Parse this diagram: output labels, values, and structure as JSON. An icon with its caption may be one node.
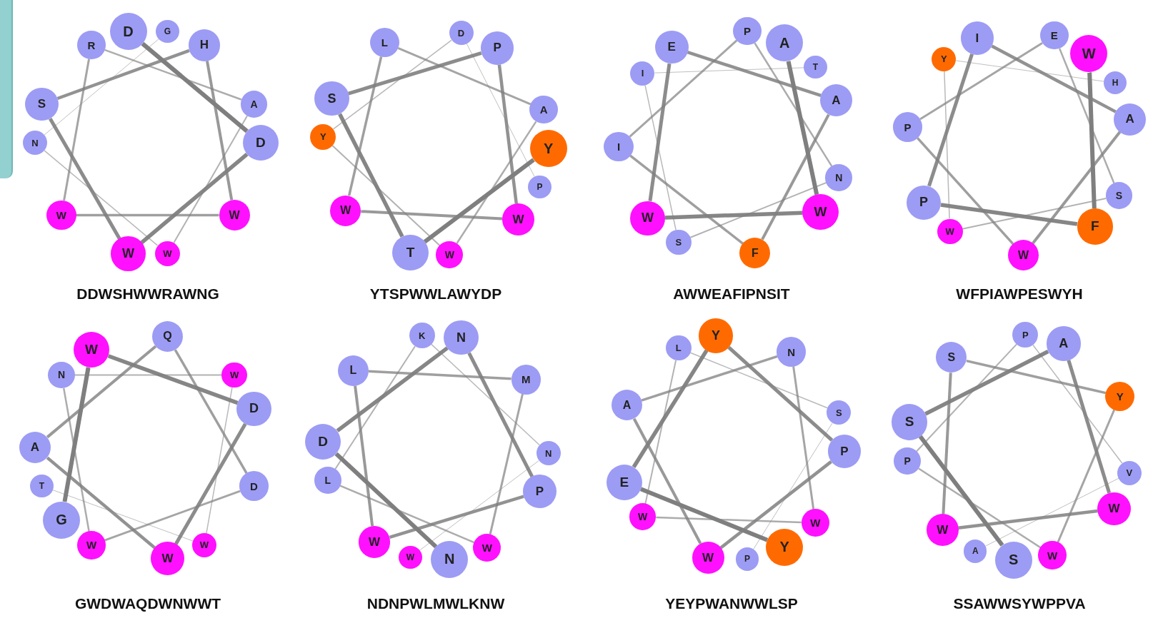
{
  "diagram": {
    "nodes": [
      {
        "text": [
          "D"
        ]
      },
      {
        "text": [
          "D"
        ]
      },
      {
        "text": [
          "W"
        ]
      },
      {
        "text": [
          "S"
        ]
      },
      {
        "text": [
          "H"
        ]
      },
      {
        "text": [
          "W"
        ]
      },
      {
        "text": [
          "W"
        ]
      },
      {
        "text": [
          "R"
        ]
      },
      {
        "text": [
          "A"
        ]
      },
      {
        "text": [
          "W"
        ]
      },
      {
        "text": [
          "N"
        ]
      },
      {
        "text": [
          "G"
        ]
      },
      {
        "text": [
          "Y"
        ]
      },
      {
        "text": [
          "T"
        ]
      },
      {
        "text": [
          "S"
        ]
      },
      {
        "text": [
          "P"
        ]
      },
      {
        "text": [
          "W"
        ]
      },
      {
        "text": [
          "W"
        ]
      },
      {
        "text": [
          "L"
        ]
      },
      {
        "text": [
          "A"
        ]
      },
      {
        "text": [
          "W"
        ]
      },
      {
        "text": [
          "Y"
        ]
      },
      {
        "text": [
          "D"
        ]
      },
      {
        "text": [
          "P"
        ]
      },
      {
        "text": [
          "A"
        ]
      },
      {
        "text": [
          "W"
        ]
      },
      {
        "text": [
          "W"
        ]
      },
      {
        "text": [
          "E"
        ]
      },
      {
        "text": [
          "A"
        ]
      },
      {
        "text": [
          "F"
        ]
      },
      {
        "text": [
          "I"
        ]
      },
      {
        "text": [
          "P"
        ]
      },
      {
        "text": [
          "N"
        ]
      },
      {
        "text": [
          "S"
        ]
      },
      {
        "text": [
          "I"
        ]
      },
      {
        "text": [
          "T"
        ]
      },
      {
        "text": [
          "W"
        ]
      },
      {
        "text": [
          "F"
        ]
      },
      {
        "text": [
          "P"
        ]
      },
      {
        "text": [
          "I"
        ]
      },
      {
        "text": [
          "A"
        ]
      },
      {
        "text": [
          "W"
        ]
      },
      {
        "text": [
          "P"
        ]
      },
      {
        "text": [
          "E"
        ]
      },
      {
        "text": [
          "S"
        ]
      },
      {
        "text": [
          "W"
        ]
      },
      {
        "text": [
          "Y"
        ]
      },
      {
        "text": [
          "H"
        ]
      },
      {
        "text": [
          "G"
        ]
      },
      {
        "text": [
          "W"
        ]
      },
      {
        "text": [
          "D"
        ]
      },
      {
        "text": [
          "W"
        ]
      },
      {
        "text": [
          "A"
        ]
      },
      {
        "text": [
          "Q"
        ]
      },
      {
        "text": [
          "D"
        ]
      },
      {
        "text": [
          "W"
        ]
      },
      {
        "text": [
          "N"
        ]
      },
      {
        "text": [
          "W"
        ]
      },
      {
        "text": [
          "W"
        ]
      },
      {
        "text": [
          "T"
        ]
      },
      {
        "text": [
          "N"
        ]
      },
      {
        "text": [
          "D"
        ]
      },
      {
        "text": [
          "N"
        ]
      },
      {
        "text": [
          "P"
        ]
      },
      {
        "text": [
          "W"
        ]
      },
      {
        "text": [
          "L"
        ]
      },
      {
        "text": [
          "M"
        ]
      },
      {
        "text": [
          "W"
        ]
      },
      {
        "text": [
          "L"
        ]
      },
      {
        "text": [
          "K"
        ]
      },
      {
        "text": [
          "N"
        ]
      },
      {
        "text": [
          "W"
        ]
      },
      {
        "text": [
          "Y"
        ]
      },
      {
        "text": [
          "E"
        ]
      },
      {
        "text": [
          "Y"
        ]
      },
      {
        "text": [
          "P"
        ]
      },
      {
        "text": [
          "W"
        ]
      },
      {
        "text": [
          "A"
        ]
      },
      {
        "text": [
          "N"
        ]
      },
      {
        "text": [
          "W"
        ]
      },
      {
        "text": [
          "W"
        ]
      },
      {
        "text": [
          "L"
        ]
      },
      {
        "text": [
          "S"
        ]
      },
      {
        "text": [
          "P"
        ]
      },
      {
        "text": [
          "S"
        ]
      },
      {
        "text": [
          "S"
        ]
      },
      {
        "text": [
          "A"
        ]
      },
      {
        "text": [
          "W"
        ]
      },
      {
        "text": [
          "W"
        ]
      },
      {
        "text": [
          "S"
        ]
      },
      {
        "text": [
          "Y"
        ]
      },
      {
        "text": [
          "W"
        ]
      },
      {
        "text": [
          "P"
        ]
      },
      {
        "text": [
          "P"
        ]
      },
      {
        "text": [
          "V"
        ]
      },
      {
        "text": [
          "A"
        ]
      }
    ],
    "edges": [
      {
        "from": 0,
        "to": 1,
        "arrow": "none"
      },
      {
        "from": 1,
        "to": 2,
        "arrow": "none"
      },
      {
        "from": 2,
        "to": 3,
        "arrow": "none"
      },
      {
        "from": 3,
        "to": 4,
        "arrow": "none"
      },
      {
        "from": 4,
        "to": 5,
        "arrow": "none"
      },
      {
        "from": 5,
        "to": 6,
        "arrow": "none"
      },
      {
        "from": 6,
        "to": 7,
        "arrow": "none"
      },
      {
        "from": 7,
        "to": 8,
        "arrow": "none"
      },
      {
        "from": 8,
        "to": 9,
        "arrow": "none"
      },
      {
        "from": 9,
        "to": 10,
        "arrow": "none"
      },
      {
        "from": 10,
        "to": 11,
        "arrow": "none"
      },
      {
        "from": 12,
        "to": 13,
        "arrow": "none"
      },
      {
        "from": 13,
        "to": 14,
        "arrow": "none"
      },
      {
        "from": 14,
        "to": 15,
        "arrow": "none"
      },
      {
        "from": 15,
        "to": 16,
        "arrow": "none"
      },
      {
        "from": 16,
        "to": 17,
        "arrow": "none"
      },
      {
        "from": 17,
        "to": 18,
        "arrow": "none"
      },
      {
        "from": 18,
        "to": 19,
        "arrow": "none"
      },
      {
        "from": 19,
        "to": 20,
        "arrow": "none"
      },
      {
        "from": 20,
        "to": 21,
        "arrow": "none"
      },
      {
        "from": 21,
        "to": 22,
        "arrow": "none"
      },
      {
        "from": 22,
        "to": 23,
        "arrow": "none"
      },
      {
        "from": 24,
        "to": 25,
        "arrow": "none"
      },
      {
        "from": 25,
        "to": 26,
        "arrow": "none"
      },
      {
        "from": 26,
        "to": 27,
        "arrow": "none"
      },
      {
        "from": 27,
        "to": 28,
        "arrow": "none"
      },
      {
        "from": 28,
        "to": 29,
        "arrow": "none"
      },
      {
        "from": 29,
        "to": 30,
        "arrow": "none"
      },
      {
        "from": 30,
        "to": 31,
        "arrow": "none"
      },
      {
        "from": 31,
        "to": 32,
        "arrow": "none"
      },
      {
        "from": 32,
        "to": 33,
        "arrow": "none"
      },
      {
        "from": 33,
        "to": 34,
        "arrow": "none"
      },
      {
        "from": 34,
        "to": 35,
        "arrow": "none"
      },
      {
        "from": 36,
        "to": 37,
        "arrow": "none"
      },
      {
        "from": 37,
        "to": 38,
        "arrow": "none"
      },
      {
        "from": 38,
        "to": 39,
        "arrow": "none"
      },
      {
        "from": 39,
        "to": 40,
        "arrow": "none"
      },
      {
        "from": 40,
        "to": 41,
        "arrow": "none"
      },
      {
        "from": 41,
        "to": 42,
        "arrow": "none"
      },
      {
        "from": 42,
        "to": 43,
        "arrow": "none"
      },
      {
        "from": 43,
        "to": 44,
        "arrow": "none"
      },
      {
        "from": 44,
        "to": 45,
        "arrow": "none"
      },
      {
        "from": 45,
        "to": 46,
        "arrow": "none"
      },
      {
        "from": 46,
        "to": 47,
        "arrow": "none"
      },
      {
        "from": 48,
        "to": 49,
        "arrow": "none"
      },
      {
        "from": 49,
        "to": 50,
        "arrow": "none"
      },
      {
        "from": 50,
        "to": 51,
        "arrow": "none"
      },
      {
        "from": 51,
        "to": 52,
        "arrow": "none"
      },
      {
        "from": 52,
        "to": 53,
        "arrow": "none"
      },
      {
        "from": 53,
        "to": 54,
        "arrow": "none"
      },
      {
        "from": 54,
        "to": 55,
        "arrow": "none"
      },
      {
        "from": 55,
        "to": 56,
        "arrow": "none"
      },
      {
        "from": 56,
        "to": 57,
        "arrow": "none"
      },
      {
        "from": 57,
        "to": 58,
        "arrow": "none"
      },
      {
        "from": 58,
        "to": 59,
        "arrow": "none"
      },
      {
        "from": 60,
        "to": 61,
        "arrow": "none"
      },
      {
        "from": 61,
        "to": 62,
        "arrow": "none"
      },
      {
        "from": 62,
        "to": 63,
        "arrow": "none"
      },
      {
        "from": 63,
        "to": 64,
        "arrow": "none"
      },
      {
        "from": 64,
        "to": 65,
        "arrow": "none"
      },
      {
        "from": 65,
        "to": 66,
        "arrow": "none"
      },
      {
        "from": 66,
        "to": 67,
        "arrow": "none"
      },
      {
        "from": 67,
        "to": 68,
        "arrow": "none"
      },
      {
        "from": 68,
        "to": 69,
        "arrow": "none"
      },
      {
        "from": 69,
        "to": 70,
        "arrow": "none"
      },
      {
        "from": 70,
        "to": 71,
        "arrow": "none"
      },
      {
        "from": 72,
        "to": 73,
        "arrow": "none"
      },
      {
        "from": 73,
        "to": 74,
        "arrow": "none"
      },
      {
        "from": 74,
        "to": 75,
        "arrow": "none"
      },
      {
        "from": 75,
        "to": 76,
        "arrow": "none"
      },
      {
        "from": 76,
        "to": 77,
        "arrow": "none"
      },
      {
        "from": 77,
        "to": 78,
        "arrow": "none"
      },
      {
        "from": 78,
        "to": 79,
        "arrow": "none"
      },
      {
        "from": 79,
        "to": 80,
        "arrow": "none"
      },
      {
        "from": 80,
        "to": 81,
        "arrow": "none"
      },
      {
        "from": 81,
        "to": 82,
        "arrow": "none"
      },
      {
        "from": 82,
        "to": 83,
        "arrow": "none"
      },
      {
        "from": 84,
        "to": 85,
        "arrow": "none"
      },
      {
        "from": 85,
        "to": 86,
        "arrow": "none"
      },
      {
        "from": 86,
        "to": 87,
        "arrow": "none"
      },
      {
        "from": 87,
        "to": 88,
        "arrow": "none"
      },
      {
        "from": 88,
        "to": 89,
        "arrow": "none"
      },
      {
        "from": 89,
        "to": 90,
        "arrow": "none"
      },
      {
        "from": 90,
        "to": 91,
        "arrow": "none"
      },
      {
        "from": 91,
        "to": 92,
        "arrow": "none"
      },
      {
        "from": 92,
        "to": 93,
        "arrow": "none"
      },
      {
        "from": 93,
        "to": 94,
        "arrow": "none"
      },
      {
        "from": 94,
        "to": 95,
        "arrow": "none"
      }
    ],
    "labels": [
      "DDWSHWWRAWNG",
      "YTSPWWLAWYDP",
      "AWWEAFIPNSIT",
      "WFPIAWPESWYH",
      "GWDWAQDWNWWT",
      "NDNPWLMWLKNW",
      "YEYPWANWWLSP",
      "SSAWWSYWPPVA"
    ]
  }
}
